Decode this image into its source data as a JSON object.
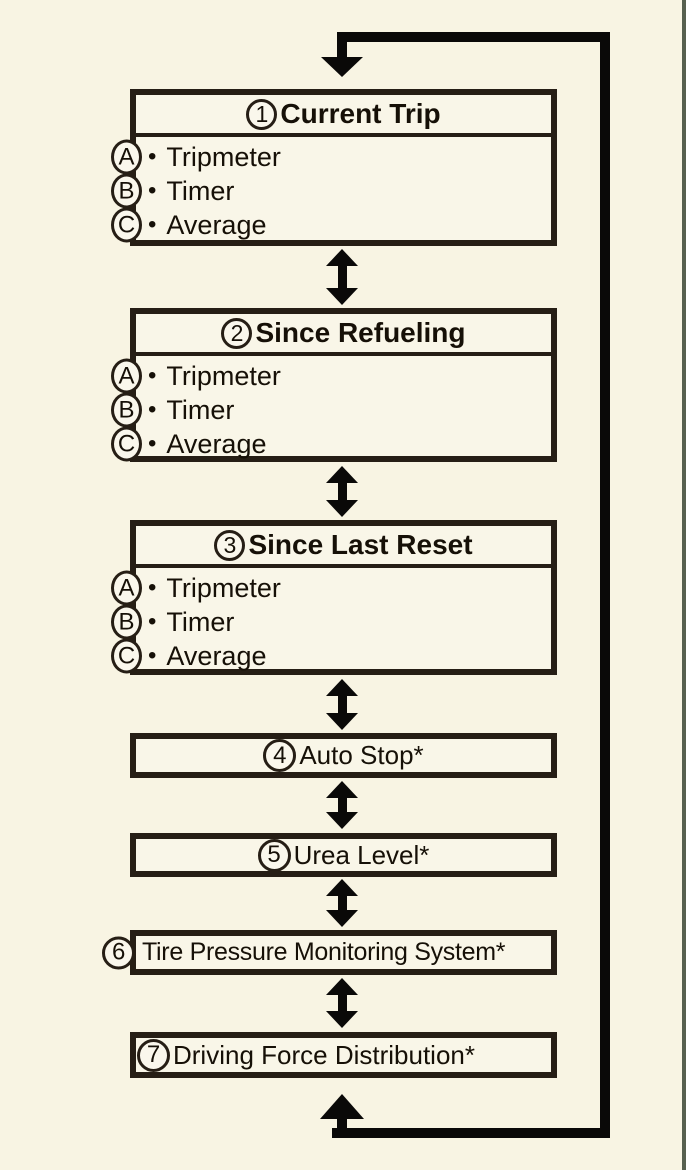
{
  "colors": {
    "background": "#f8f4e3",
    "box_fill": "#f9f6e8",
    "box_border": "#261e15",
    "arrow_ink": "#0a0908",
    "page_edge": "#57604f"
  },
  "menu": {
    "bullet": "•",
    "boxes": [
      {
        "number": "1",
        "title": "Current Trip",
        "items": [
          {
            "letter": "A",
            "label": "Tripmeter"
          },
          {
            "letter": "B",
            "label": "Timer"
          },
          {
            "letter": "C",
            "label": "Average"
          }
        ]
      },
      {
        "number": "2",
        "title": "Since Refueling",
        "items": [
          {
            "letter": "A",
            "label": "Tripmeter"
          },
          {
            "letter": "B",
            "label": "Timer"
          },
          {
            "letter": "C",
            "label": "Average"
          }
        ]
      },
      {
        "number": "3",
        "title": "Since Last Reset",
        "items": [
          {
            "letter": "A",
            "label": "Tripmeter"
          },
          {
            "letter": "B",
            "label": "Timer"
          },
          {
            "letter": "C",
            "label": "Average"
          }
        ]
      },
      {
        "number": "4",
        "title": "Auto Stop*"
      },
      {
        "number": "5",
        "title": "Urea Level*"
      },
      {
        "number": "6",
        "title": "Tire Pressure Monitoring System*"
      },
      {
        "number": "7",
        "title": "Driving Force Distribution*"
      }
    ]
  }
}
